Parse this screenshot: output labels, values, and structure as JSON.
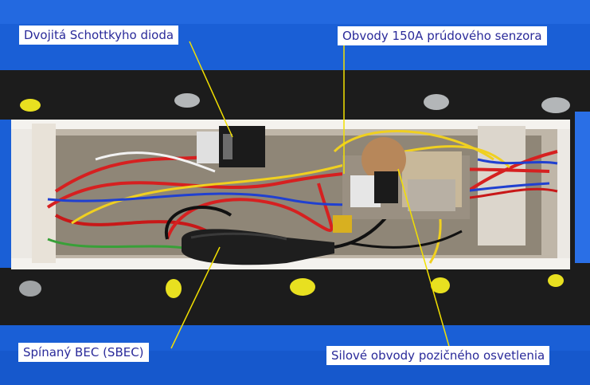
{
  "annotations": {
    "schottky_diode": "Dvojitá Schottkyho dioda",
    "current_sensor": "Obvody 150A prúdového senzora",
    "sbec": "Spínaný BEC (SBEC)",
    "position_lights": "Silové obvody pozičného osvetlenia"
  },
  "colors": {
    "label_text": "#2a2a9a",
    "label_bg": "#ffffff",
    "tape_blue": "#1a5fd6",
    "tape_black": "#1c1c1c",
    "leader_line": "#f2e000"
  }
}
